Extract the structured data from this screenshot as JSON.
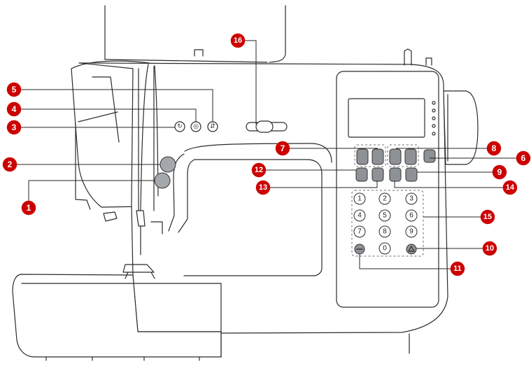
{
  "callouts": [
    {
      "number": "1",
      "label": ""
    },
    {
      "number": "2",
      "label": ""
    },
    {
      "number": "3",
      "label": ""
    },
    {
      "number": "4",
      "label": ""
    },
    {
      "number": "5",
      "label": ""
    },
    {
      "number": "6",
      "label": ""
    },
    {
      "number": "7",
      "label": ""
    },
    {
      "number": "8",
      "label": ""
    },
    {
      "number": "9",
      "label": ""
    },
    {
      "number": "10",
      "label": ""
    },
    {
      "number": "11",
      "label": ""
    },
    {
      "number": "12",
      "label": ""
    },
    {
      "number": "13",
      "label": ""
    },
    {
      "number": "14",
      "label": ""
    },
    {
      "number": "15",
      "label": ""
    },
    {
      "number": "16",
      "label": ""
    }
  ],
  "keypad": [
    "1",
    "2",
    "3",
    "4",
    "5",
    "6",
    "7",
    "8",
    "9",
    "0"
  ],
  "colors": {
    "callout": "#cc0000",
    "button_gray": "#8e9296",
    "line": "#2b2b2b"
  },
  "icons": [
    "sewing-machine-icon"
  ]
}
